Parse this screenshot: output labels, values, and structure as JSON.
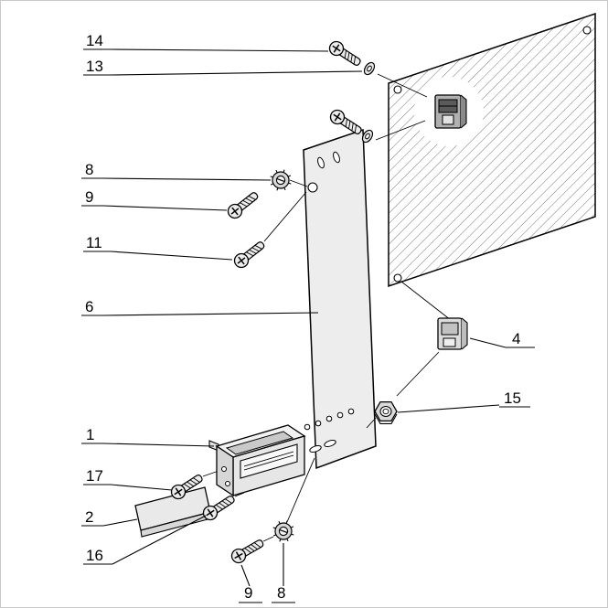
{
  "diagram": {
    "kind": "exploded-assembly-drawing",
    "labels": {
      "n14": "14",
      "n13": "13",
      "n8_top": "8",
      "n9_top": "9",
      "n11": "11",
      "n6": "6",
      "n1": "1",
      "n17": "17",
      "n2": "2",
      "n16": "16",
      "n4": "4",
      "n15": "15",
      "n9_bottom": "9",
      "n8_bottom": "8"
    },
    "colors": {
      "background": "#ffffff",
      "line": "#000000",
      "panel_fill": "#ececec",
      "hatch": "#6a6a6a",
      "board_fill": "#ffffff"
    }
  }
}
